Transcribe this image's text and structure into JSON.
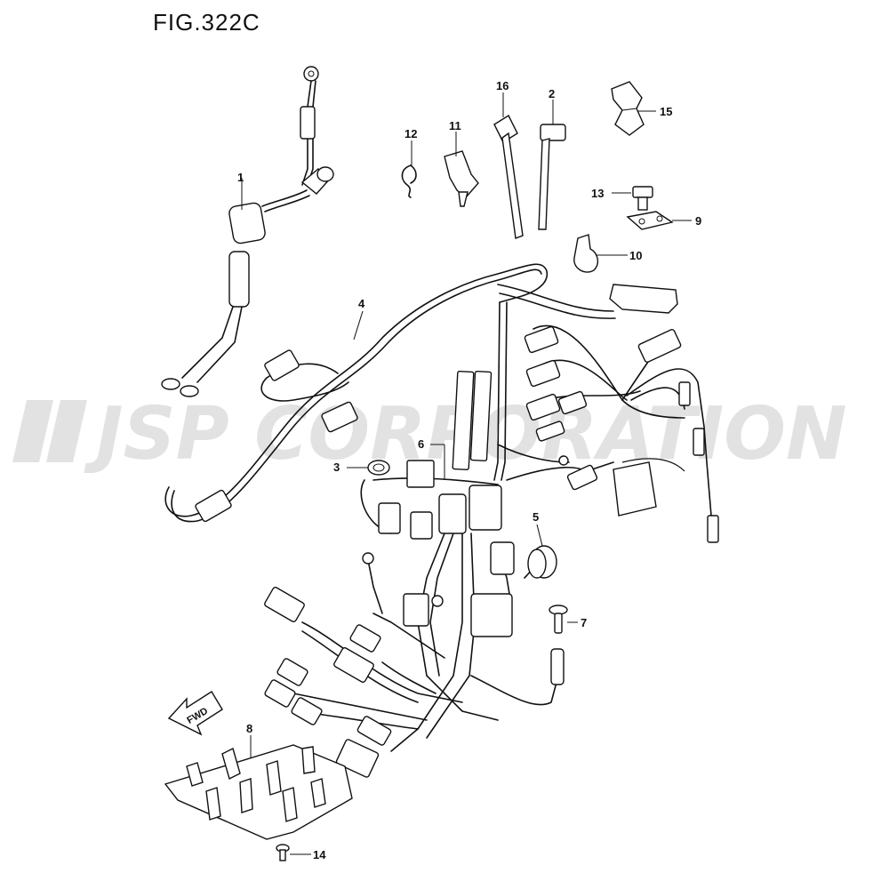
{
  "figure": {
    "title": "FIG.322C"
  },
  "watermark": {
    "text": "JSP CORPORATION"
  },
  "fwd_arrow": {
    "text": "FWD"
  },
  "callouts": {
    "c1": "1",
    "c2": "2",
    "c3": "3",
    "c4": "4",
    "c5": "5",
    "c6": "6",
    "c7": "7",
    "c8": "8",
    "c9": "9",
    "c10": "10",
    "c11": "11",
    "c12": "12",
    "c13": "13",
    "c14": "14",
    "c15": "15",
    "c16": "16"
  }
}
